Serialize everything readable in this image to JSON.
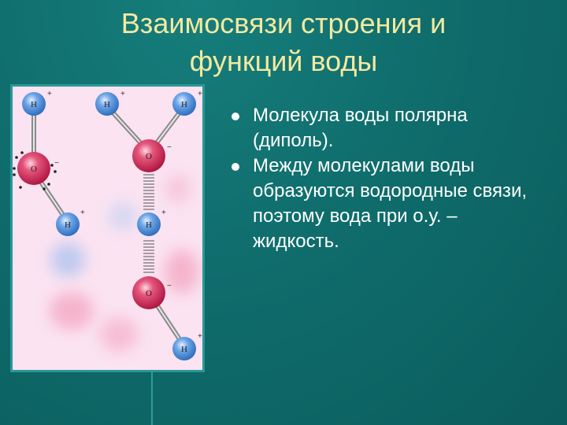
{
  "title": {
    "line1": "Взаимосвязи строения и",
    "line2": "функций воды"
  },
  "bullets": [
    {
      "text": "Молекула воды полярна (диполь)."
    },
    {
      "text": "Между молекулами воды образуются водородные связи, поэтому вода при о.у. – жидкость."
    }
  ],
  "figure": {
    "atom_labels": {
      "oxygen": "O",
      "hydrogen": "H"
    },
    "colors": {
      "oxygen": "#d42a55",
      "hydrogen": "#4f8fd8",
      "background": "#fbe3f1",
      "frame": "#2a9898"
    }
  }
}
